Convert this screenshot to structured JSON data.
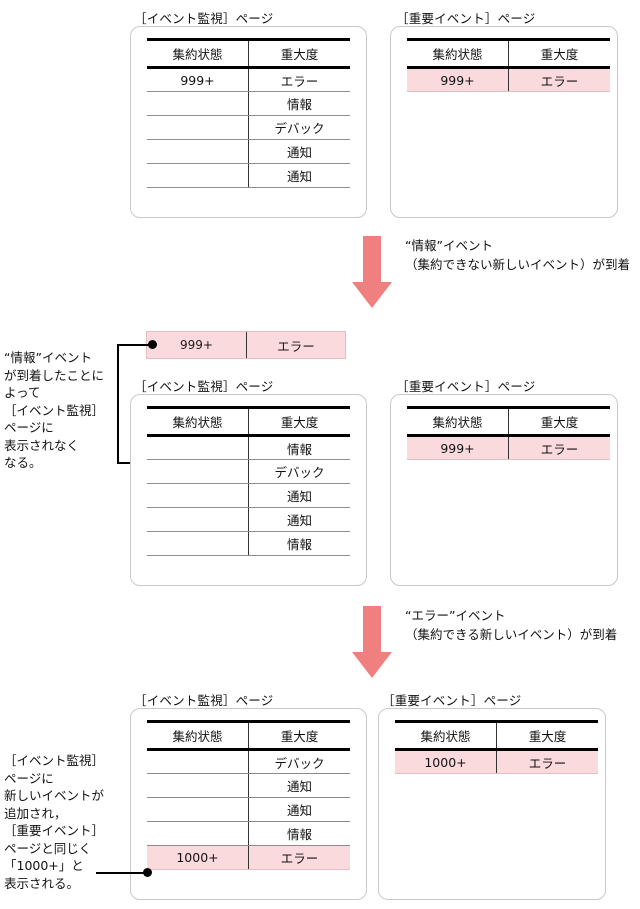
{
  "table": {
    "columns": [
      "集約状態",
      "重大度"
    ]
  },
  "severity": {
    "error": "エラー",
    "info": "情報",
    "debug": "デバック",
    "notice": "通知"
  },
  "steps": [
    {
      "id": "step-1",
      "left_panel": {
        "title": "［イベント監視］ページ",
        "rows": [
          {
            "count": "999+",
            "severity": "エラー",
            "highlight": false
          },
          {
            "count": "",
            "severity": "情報",
            "highlight": false
          },
          {
            "count": "",
            "severity": "デバック",
            "highlight": false
          },
          {
            "count": "",
            "severity": "通知",
            "highlight": false
          },
          {
            "count": "",
            "severity": "通知",
            "highlight": false
          }
        ]
      },
      "right_panel": {
        "title": "［重要イベント］ページ",
        "rows": [
          {
            "count": "999+",
            "severity": "エラー",
            "highlight": true
          }
        ]
      }
    },
    {
      "id": "step-2",
      "callout_row": {
        "count": "999+",
        "severity": "エラー"
      },
      "note": "“情報”イベント\nが到着したことに\nよって\n［イベント監視］\nページに\n表示されなく\nなる。",
      "left_panel": {
        "title": "［イベント監視］ページ",
        "rows": [
          {
            "count": "",
            "severity": "情報",
            "highlight": false
          },
          {
            "count": "",
            "severity": "デバック",
            "highlight": false
          },
          {
            "count": "",
            "severity": "通知",
            "highlight": false
          },
          {
            "count": "",
            "severity": "通知",
            "highlight": false
          },
          {
            "count": "",
            "severity": "情報",
            "highlight": false
          }
        ]
      },
      "right_panel": {
        "title": "［重要イベント］ページ",
        "rows": [
          {
            "count": "999+",
            "severity": "エラー",
            "highlight": true
          }
        ]
      }
    },
    {
      "id": "step-3",
      "note": "［イベント監視］\nページに\n新しいイベントが\n追加され，\n［重要イベント］\nページと同じく\n「1000+」と\n表示される。",
      "left_panel": {
        "title": "［イベント監視］ページ",
        "rows": [
          {
            "count": "",
            "severity": "デバック",
            "highlight": false
          },
          {
            "count": "",
            "severity": "通知",
            "highlight": false
          },
          {
            "count": "",
            "severity": "通知",
            "highlight": false
          },
          {
            "count": "",
            "severity": "情報",
            "highlight": false
          },
          {
            "count": "1000+",
            "severity": "エラー",
            "highlight": true
          }
        ]
      },
      "right_panel": {
        "title": "［重要イベント］ページ",
        "rows": [
          {
            "count": "1000+",
            "severity": "エラー",
            "highlight": true
          }
        ]
      }
    }
  ],
  "transitions": [
    {
      "id": "transition-1",
      "caption": "“情報”イベント\n（集約できない新しいイベント）が到着"
    },
    {
      "id": "transition-2",
      "caption": "“エラー”イベント\n（集約できる新しいイベント）が到着"
    }
  ],
  "colors": {
    "highlight_fill": "#fadadd",
    "highlight_border": "#e8bcc0",
    "arrow": "#f08080",
    "panel_border": "#c9c9c9",
    "rule": "#000000"
  }
}
